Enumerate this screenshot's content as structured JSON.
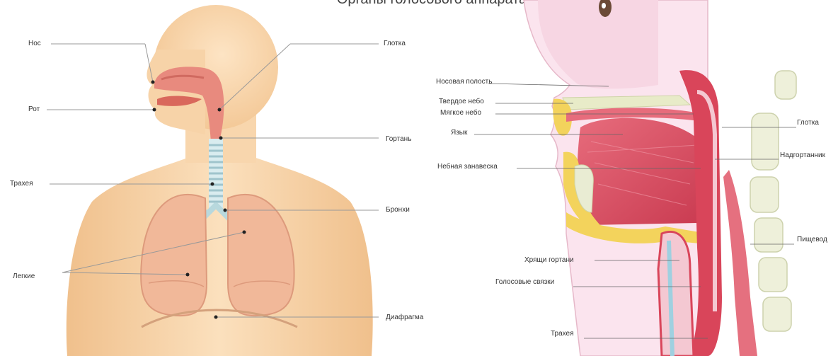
{
  "title": "Органы голосового аппарата",
  "left_figure": {
    "labels": {
      "nose": "Нос",
      "mouth": "Рот",
      "trachea": "Трахея",
      "lungs": "Легкие",
      "pharynx": "Глотка",
      "larynx": "Гортань",
      "bronchi": "Бронхи",
      "diaphragm": "Диафрагма"
    }
  },
  "right_figure": {
    "labels": {
      "nasal_cavity": "Носовая полость",
      "hard_palate": "Твердое небо",
      "soft_palate": "Мягкое небо",
      "tongue": "Язык",
      "velum": "Небная занавеска",
      "pharynx": "Глотка",
      "epiglottis": "Надгортанник",
      "esophagus": "Пищевод",
      "laryngeal_cartilage": "Хрящи гортани",
      "vocal_cords": "Голосовые связки",
      "trachea": "Трахея"
    }
  },
  "colors": {
    "skin": "#f6d3a6",
    "skin_dark": "#eab883",
    "lung": "#f2b79c",
    "organ_red": "#d9455a",
    "mucosa": "#f4c8d2",
    "bone": "#e9ecd3",
    "fat_yellow": "#f3d35c"
  }
}
